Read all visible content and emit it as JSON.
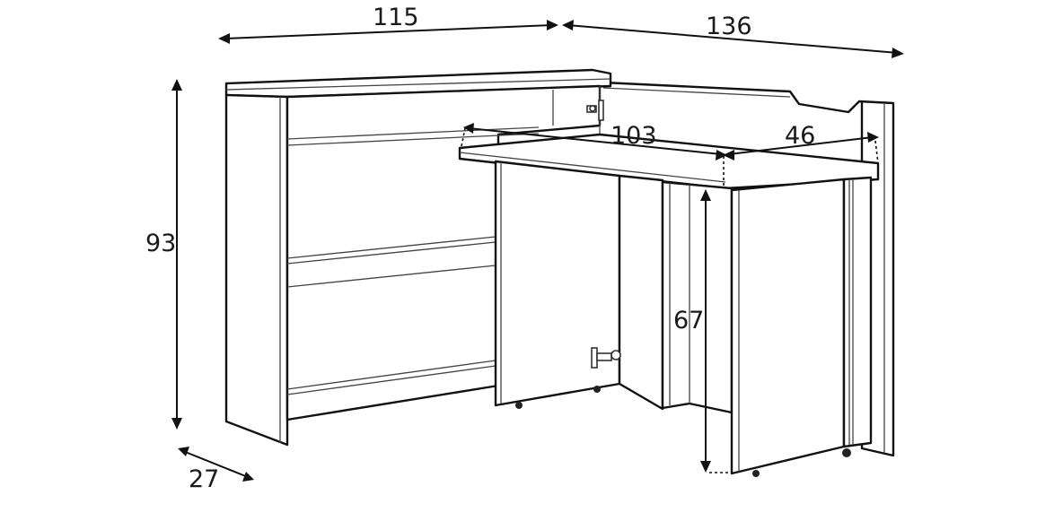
{
  "diagram": {
    "type": "furniture-dimension-drawing",
    "subject": "convertible console desk with swing-out table top",
    "units": "cm",
    "dimensions": {
      "cabinet_width": {
        "label": "115"
      },
      "extended_width": {
        "label": "136"
      },
      "total_height": {
        "label": "93"
      },
      "cabinet_depth": {
        "label": "27"
      },
      "table_length": {
        "label": "103"
      },
      "table_depth": {
        "label": "46"
      },
      "table_height": {
        "label": "67"
      }
    },
    "colors": {
      "line": "#111111",
      "background": "#ffffff",
      "secondary_line": "#444444"
    }
  }
}
